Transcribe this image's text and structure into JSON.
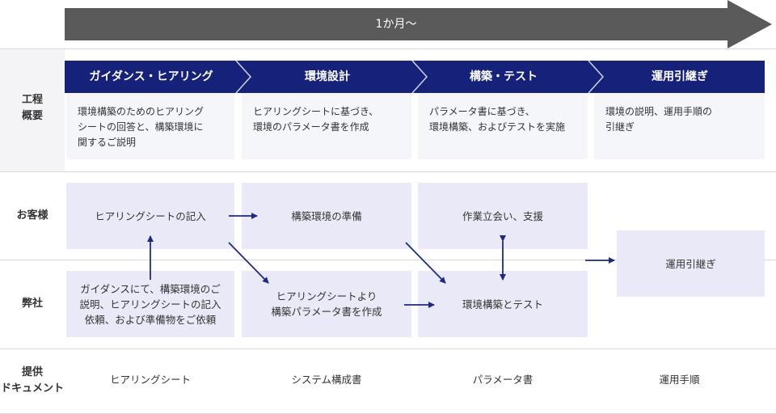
{
  "timeline": {
    "label": "1か月〜"
  },
  "row_labels": {
    "overview": [
      "工程",
      "概要"
    ],
    "customer": "お客様",
    "company": "弊社",
    "documents": [
      "提供",
      "ドキュメント"
    ]
  },
  "phases": [
    {
      "title": "ガイダンス・ヒアリング",
      "description": [
        "環境構築のためのヒアリング",
        "シートの回答と、構築環境に",
        "関するご説明"
      ]
    },
    {
      "title": "環境設計",
      "description": [
        "ヒアリングシートに基づき、",
        "環境のパラメータ書を作成"
      ]
    },
    {
      "title": "構築・テスト",
      "description": [
        "パラメータ書に基づき、",
        "環境構築、およびテストを実施"
      ]
    },
    {
      "title": "運用引継ぎ",
      "description": [
        "環境の説明、運用手順の",
        "引継ぎ"
      ]
    }
  ],
  "tasks": {
    "customer_hearing": "ヒアリングシートの記入",
    "customer_prepare": "構築環境の準備",
    "customer_support": "作業立会い、支援",
    "handover": "運用引継ぎ",
    "company_guidance": [
      "ガイダンスにて、構築環境のご",
      "説明、ヒアリングシートの記入",
      "依頼、および準備物をご依頼"
    ],
    "company_parameter": [
      "ヒアリングシートより",
      "構築パラメータ書を作成"
    ],
    "company_build": "環境構築とテスト"
  },
  "documents": [
    "ヒアリングシート",
    "システム構成書",
    "パラメータ書",
    "運用手順"
  ],
  "colors": {
    "timeline": "#5a5a5a",
    "phase_bar": "#16217a",
    "arrow": "#1d2a80",
    "task_bg": "#e9e9f7",
    "desc_bg": "#f5f6fa",
    "row_alt_bg": "#f4f4f6"
  }
}
